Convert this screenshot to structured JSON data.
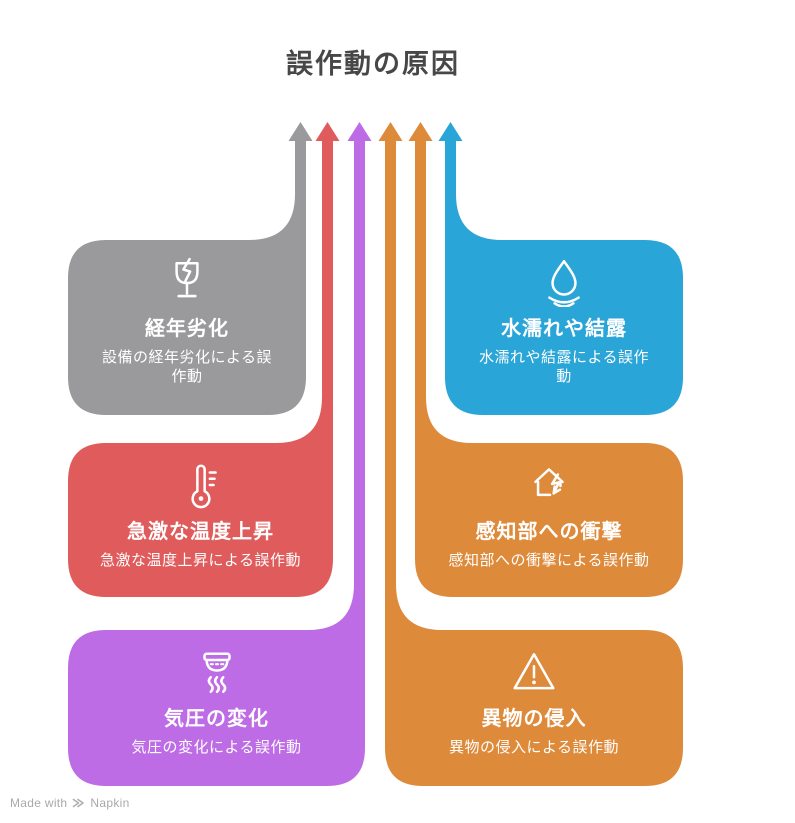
{
  "title": "誤作動の原因",
  "cards": [
    {
      "id": "keinen-rekka",
      "title": "経年劣化",
      "description": "設備の経年劣化による誤作動",
      "color": "#9a999b",
      "icon": "broken-glass-icon"
    },
    {
      "id": "mizunure-ketsuro",
      "title": "水濡れや結露",
      "description": "水濡れや結露による誤作動",
      "color": "#2aa5d7",
      "icon": "water-drop-icon"
    },
    {
      "id": "ondo-josho",
      "title": "急激な温度上昇",
      "description": "急激な温度上昇による誤作動",
      "color": "#e05c5c",
      "icon": "thermometer-icon"
    },
    {
      "id": "kanchibu-shogeki",
      "title": "感知部への衝撃",
      "description": "感知部への衝撃による誤作動",
      "color": "#de8a3b",
      "icon": "house-impact-icon"
    },
    {
      "id": "kiatsu-henka",
      "title": "気圧の変化",
      "description": "気圧の変化による誤作動",
      "color": "#bd6ce6",
      "icon": "smoke-detector-icon"
    },
    {
      "id": "ibutsu-shinnyu",
      "title": "異物の侵入",
      "description": "異物の侵入による誤作動",
      "color": "#de8a3b",
      "icon": "warning-triangle-icon"
    }
  ],
  "footer": {
    "made_with": "Made with",
    "brand": "Napkin"
  }
}
